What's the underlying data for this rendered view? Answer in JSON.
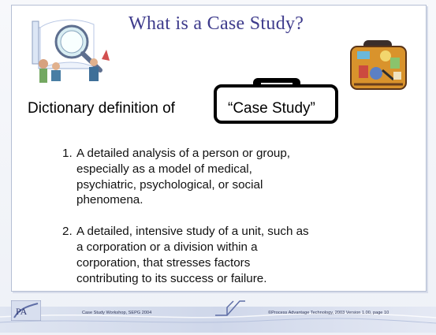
{
  "slide": {
    "title": "What is a Case Study?",
    "definition_prefix": "Dictionary definition of",
    "definition_phrase": "“Case Study”",
    "definitions": [
      {
        "number": "1.",
        "text": "A detailed analysis of a person or group, especially as a model of medical, psychiatric, psychological, or social phenomena."
      },
      {
        "number": "2.",
        "text": "A detailed, intensive study of a unit, such as a corporation or a division within a corporation, that stresses factors contributing to its success or failure."
      }
    ]
  },
  "footer": {
    "left_text": "Case Study Workshop, SEPG 2004",
    "right_text": "©Process Advantage Technology, 2003    Version 1.00, page 10"
  },
  "colors": {
    "title": "#3e3b8c",
    "footer_band": "#cbd3e7",
    "accent": "#5f6ea6"
  },
  "icons": {
    "left_clip": "magnifier-people-illustration",
    "right_clip": "suitcase-illustration",
    "case_outline": "briefcase-outline-icon",
    "logo": "pat-logo-icon",
    "footer_mark": "corner-arrow-icon"
  }
}
